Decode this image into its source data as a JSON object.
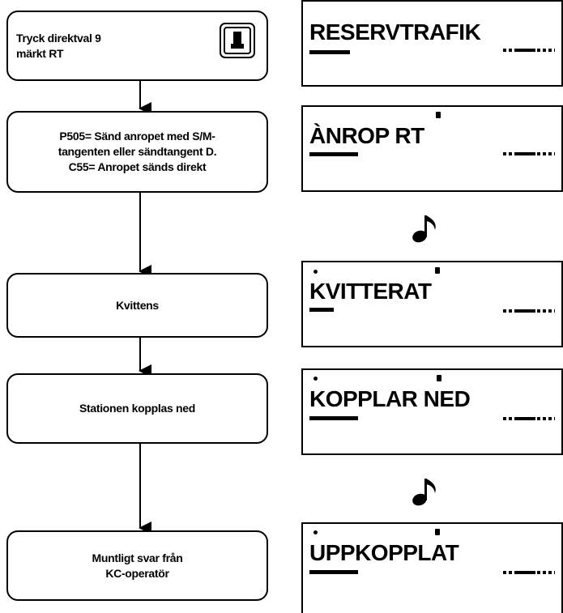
{
  "steps": [
    {
      "text": "Tryck direktval 9\nmärkt RT"
    },
    {
      "text": "P505= Sänd anropet med S/M-\ntangenten eller sändtangent D.\nC55= Anropet sänds direkt"
    },
    {
      "text": "Kvittens"
    },
    {
      "text": "Stationen kopplas ned"
    },
    {
      "text": "Muntligt svar från\nKC-operatör"
    }
  ],
  "displays": [
    {
      "text": "RESERVTRAFIK"
    },
    {
      "text": "ÀNROP  RT"
    },
    {
      "text": "KVITTERAT"
    },
    {
      "text": "KOPPLAR NED"
    },
    {
      "text": "UPPKOPPLAT"
    }
  ],
  "icons": {
    "rt_key": "rt-key-icon",
    "tone": "music-note-icon"
  }
}
